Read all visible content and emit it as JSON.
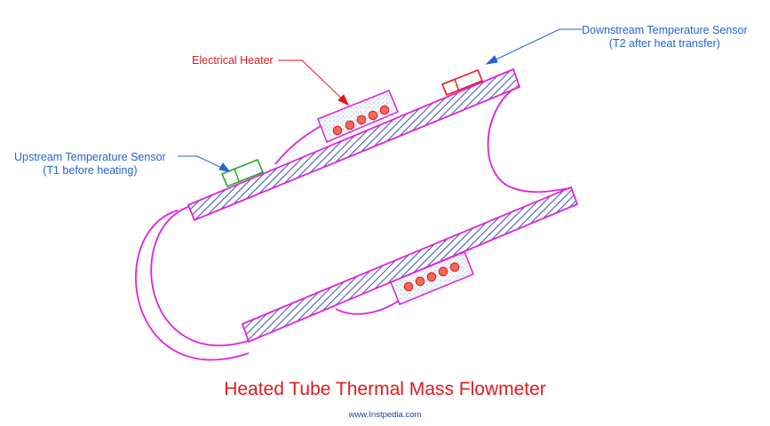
{
  "labels": {
    "downstream_sensor": {
      "line1": "Downstream Temperature Sensor",
      "line2": "(T2 after heat transfer)"
    },
    "upstream_sensor": {
      "line1": "Upstream Temperature Sensor",
      "line2": "(T1 before heating)"
    },
    "heater": "Electrical Heater"
  },
  "title": "Heated Tube Thermal Mass Flowmeter",
  "footer": "www.Instpedia.com",
  "colors": {
    "tube_outline": "#e020e0",
    "hatch": "#1f3da8",
    "sensor_upstream": "#1faa1f",
    "sensor_downstream": "#e3181c",
    "heater_coils": "#e3181c",
    "label_blue": "#1f63d6",
    "label_red": "#e3181c"
  }
}
